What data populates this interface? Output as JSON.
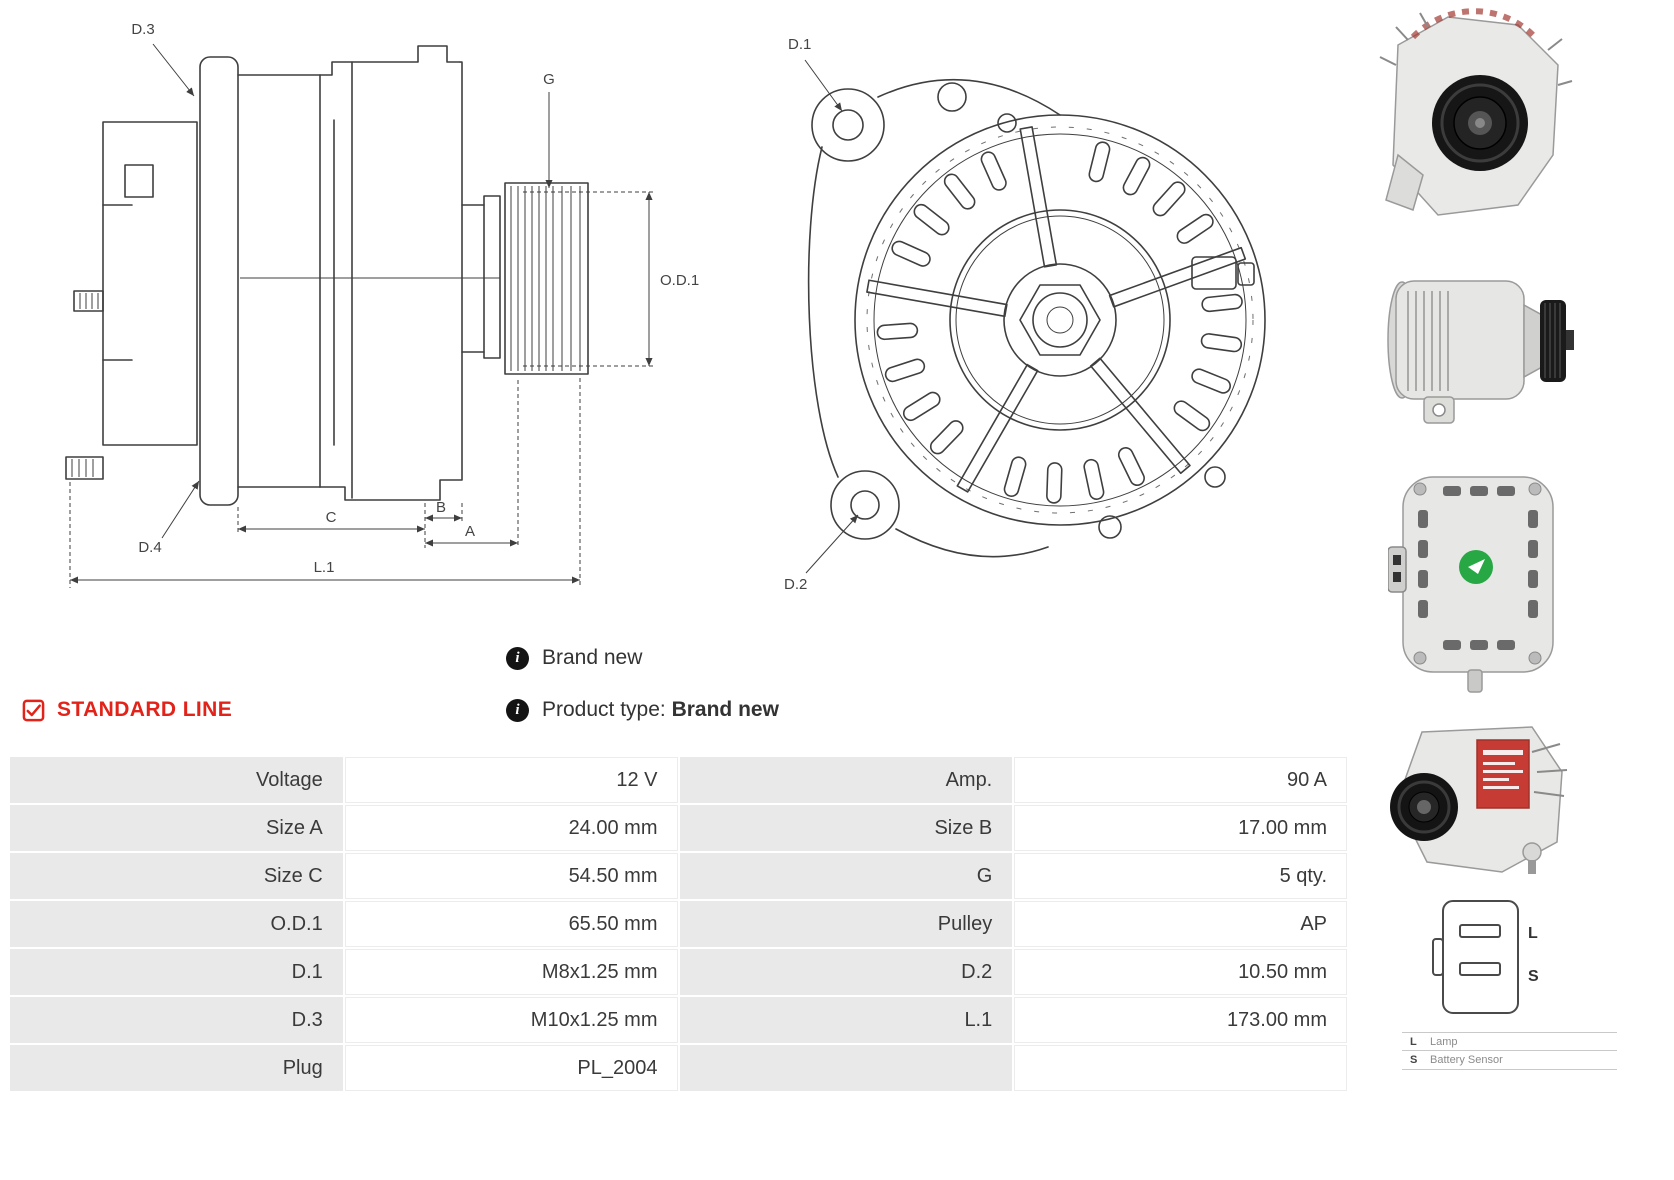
{
  "product": {
    "condition": "Brand new",
    "product_type_label": "Product type:",
    "product_type_value": "Brand new",
    "line_badge": "STANDARD LINE"
  },
  "diagram": {
    "side": {
      "d3": "D.3",
      "d4": "D.4",
      "g": "G",
      "od1": "O.D.1",
      "c": "C",
      "b": "B",
      "a": "A",
      "l1": "L.1"
    },
    "front": {
      "d1": "D.1",
      "d2": "D.2"
    }
  },
  "plug": {
    "pin_l": "L",
    "pin_s": "S",
    "legend": [
      {
        "key": "L",
        "desc": "Lamp"
      },
      {
        "key": "S",
        "desc": "Battery Sensor"
      }
    ]
  },
  "spec_table": {
    "rows": [
      [
        "Voltage",
        "12 V",
        "Amp.",
        "90 A"
      ],
      [
        "Size A",
        "24.00 mm",
        "Size B",
        "17.00 mm"
      ],
      [
        "Size C",
        "54.50 mm",
        "G",
        "5 qty."
      ],
      [
        "O.D.1",
        "65.50 mm",
        "Pulley",
        "AP"
      ],
      [
        "D.1",
        "M8x1.25 mm",
        "D.2",
        "10.50 mm"
      ],
      [
        "D.3",
        "M10x1.25 mm",
        "L.1",
        "173.00 mm"
      ],
      [
        "Plug",
        "PL_2004",
        "",
        ""
      ]
    ]
  },
  "colors": {
    "accent_red": "#e2231a",
    "table_label_bg": "#e9e9e9",
    "line_color": "#3f3f3f"
  }
}
